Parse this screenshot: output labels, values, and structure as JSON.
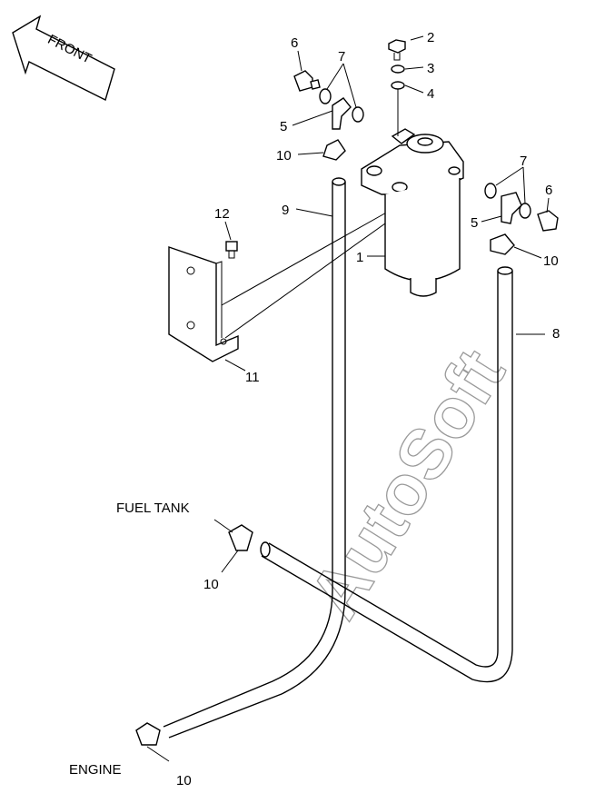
{
  "front_label": "FRONT",
  "watermark": "AutoSoft",
  "callouts": {
    "c1": "1",
    "c2": "2",
    "c3": "3",
    "c4": "4",
    "c5a": "5",
    "c5b": "5",
    "c6a": "6",
    "c6b": "6",
    "c7a": "7",
    "c7b": "7",
    "c8": "8",
    "c9": "9",
    "c10a": "10",
    "c10b": "10",
    "c10c": "10",
    "c10d": "10",
    "c11": "11",
    "c12": "12"
  },
  "destinations": {
    "fuel_tank": "FUEL TANK",
    "engine": "ENGINE"
  }
}
